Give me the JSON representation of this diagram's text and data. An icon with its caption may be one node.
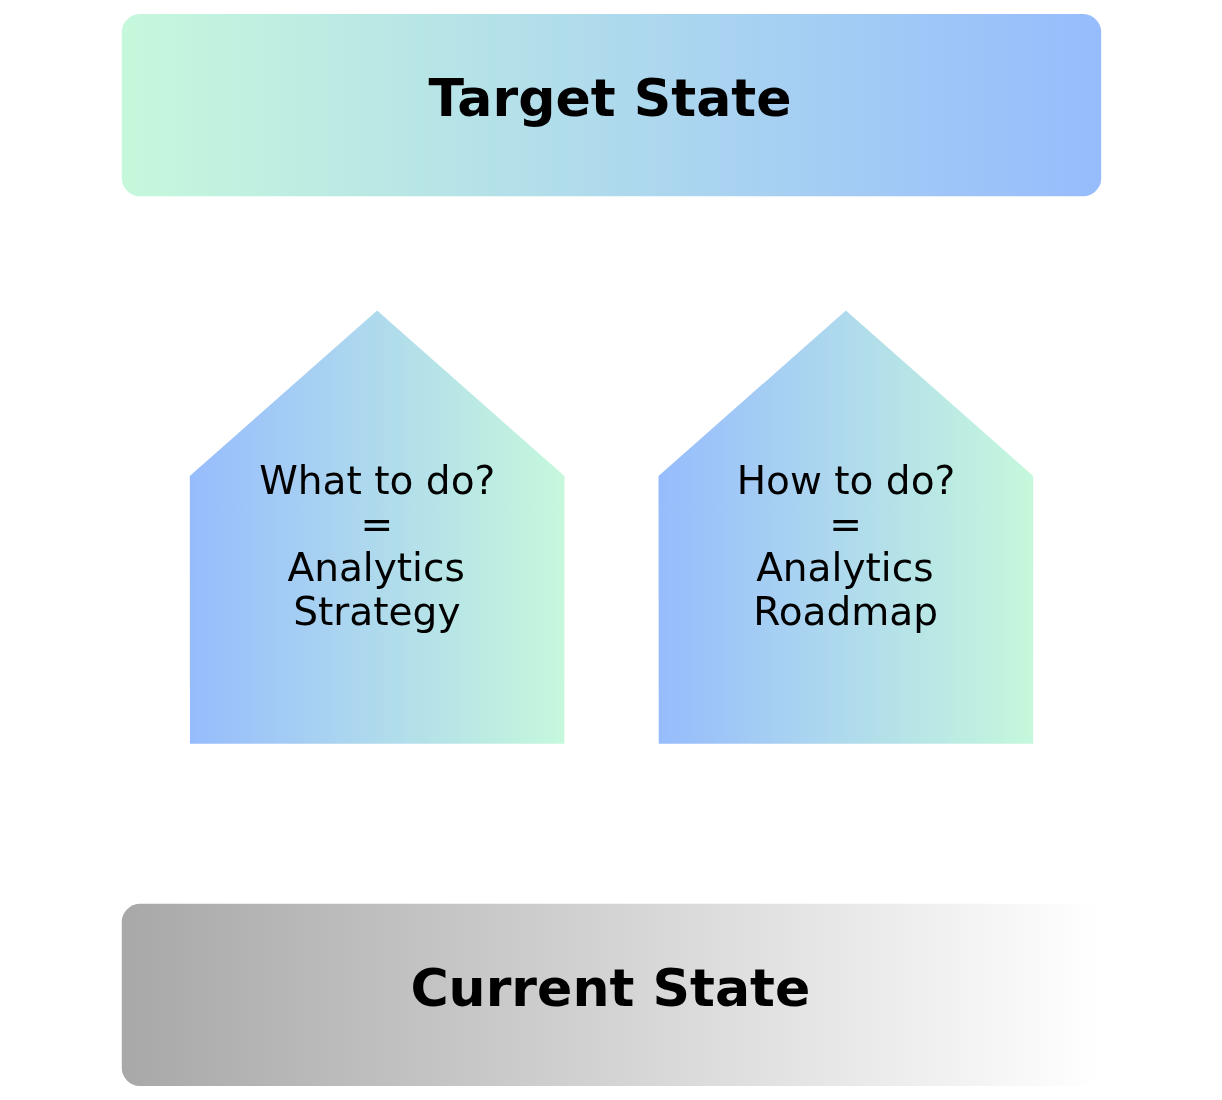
{
  "diagram": {
    "nodes": [
      {
        "text": [
          "Target State"
        ]
      },
      {
        "text": [
          "What to do?",
          "=",
          "Analytics Strategy"
        ]
      },
      {
        "text": [
          "How to do?",
          "=",
          "Analytics Roadmap"
        ]
      },
      {
        "text": [
          "Current State"
        ]
      }
    ]
  }
}
